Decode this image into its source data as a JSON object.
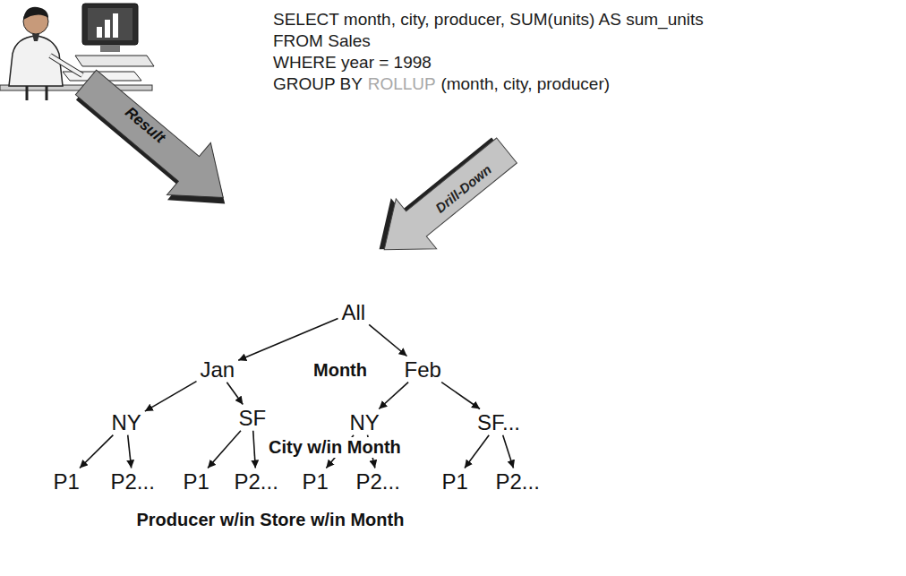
{
  "diagram": {
    "nodes": [
      {
        "text": [
          "All"
        ]
      },
      {
        "text": [
          "Jan"
        ]
      },
      {
        "text": [
          "Feb"
        ]
      },
      {
        "text": [
          "NY"
        ]
      },
      {
        "text": [
          "SF"
        ]
      },
      {
        "text": [
          "NY"
        ]
      },
      {
        "text": [
          "SF..."
        ]
      },
      {
        "text": [
          "P1"
        ]
      },
      {
        "text": [
          "P2..."
        ]
      },
      {
        "text": [
          "P1"
        ]
      },
      {
        "text": [
          "P2..."
        ]
      },
      {
        "text": [
          "P1"
        ]
      },
      {
        "text": [
          "P2..."
        ]
      },
      {
        "text": [
          "P1"
        ]
      },
      {
        "text": [
          "P2..."
        ]
      }
    ],
    "edges": [
      {
        "from": 0,
        "to": 1,
        "arrow": "to"
      },
      {
        "from": 0,
        "to": 2,
        "arrow": "to"
      },
      {
        "from": 1,
        "to": 3,
        "arrow": "to"
      },
      {
        "from": 1,
        "to": 4,
        "arrow": "to"
      },
      {
        "from": 2,
        "to": 5,
        "arrow": "to"
      },
      {
        "from": 2,
        "to": 6,
        "arrow": "to"
      },
      {
        "from": 3,
        "to": 7,
        "arrow": "to"
      },
      {
        "from": 3,
        "to": 8,
        "arrow": "to"
      },
      {
        "from": 4,
        "to": 9,
        "arrow": "to"
      },
      {
        "from": 4,
        "to": 10,
        "arrow": "to"
      },
      {
        "from": 5,
        "to": 11,
        "arrow": "to"
      },
      {
        "from": 5,
        "to": 12,
        "arrow": "to"
      },
      {
        "from": 6,
        "to": 13,
        "arrow": "to"
      },
      {
        "from": 6,
        "to": 14,
        "arrow": "to"
      }
    ],
    "labels": [
      "SELECT month, city, producer, SUM(units) AS sum_units",
      "FROM Sales",
      "WHERE year = 1998",
      "GROUP BY",
      "ROLLUP",
      "(month, city, producer)",
      "Result",
      "Drill-Down",
      "Month",
      "City w/in Month",
      "Producer w/in Store w/in Month"
    ]
  }
}
